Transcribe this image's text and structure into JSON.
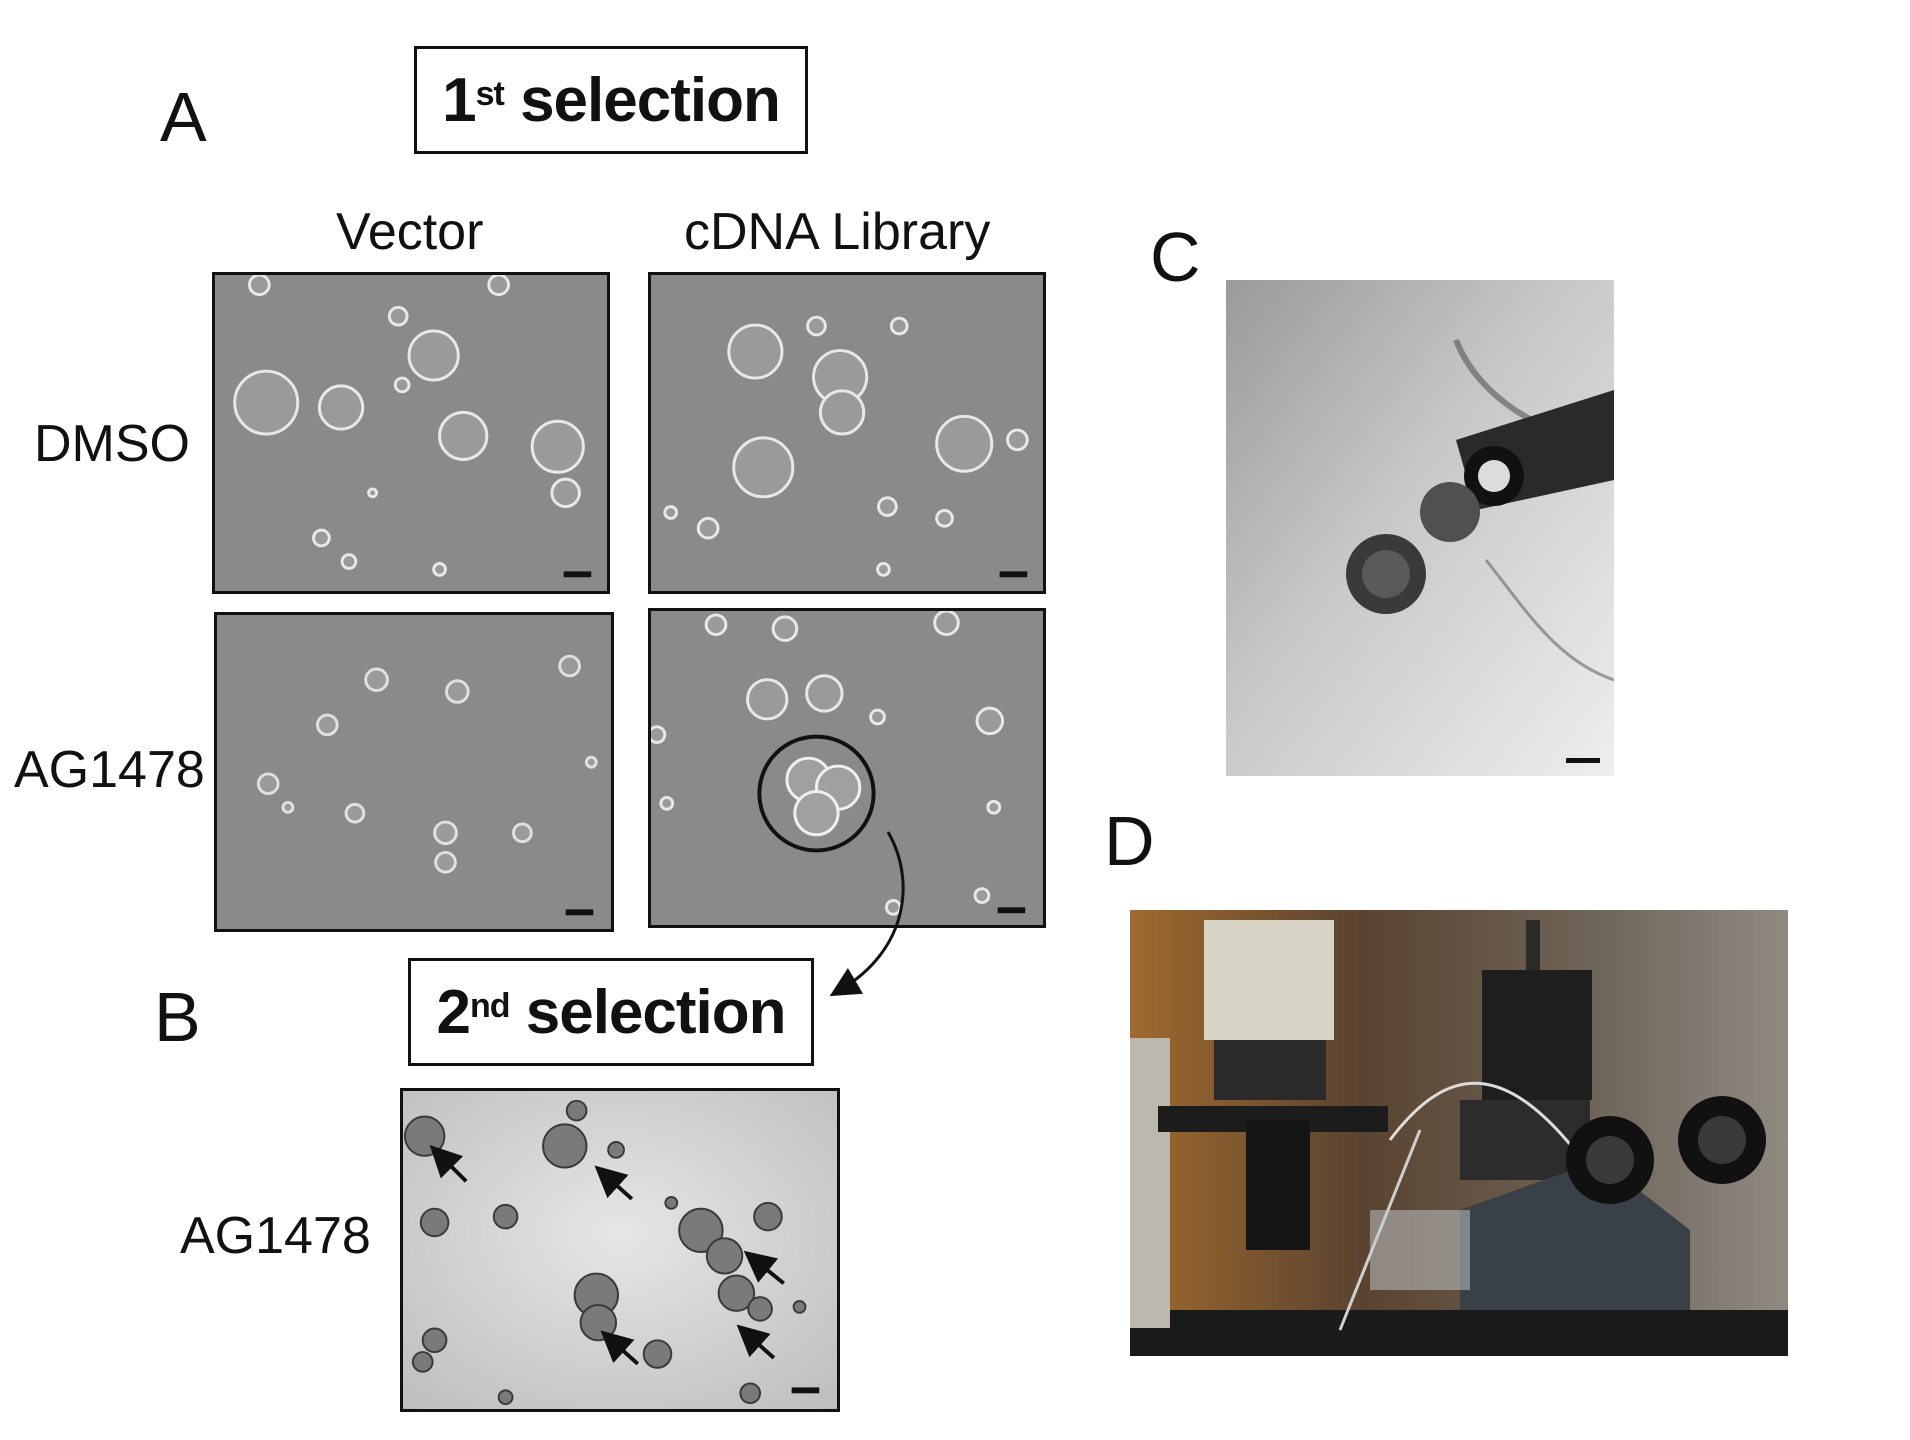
{
  "panel_a": {
    "letter": "A",
    "selection_number": "1",
    "selection_sup": "st",
    "selection_word": "selection",
    "col_labels": [
      "Vector",
      "cDNA Library"
    ],
    "row_labels": [
      "DMSO",
      "AG1478"
    ]
  },
  "panel_b": {
    "letter": "B",
    "selection_number": "2",
    "selection_sup": "nd",
    "selection_word": "selection",
    "row_label": "AG1478"
  },
  "panel_c": {
    "letter": "C"
  },
  "panel_d": {
    "letter": "D"
  },
  "colors": {
    "phase_bg": "#8a8a8a",
    "brightfield_bg": "#d8d8d8",
    "text": "#111111"
  }
}
